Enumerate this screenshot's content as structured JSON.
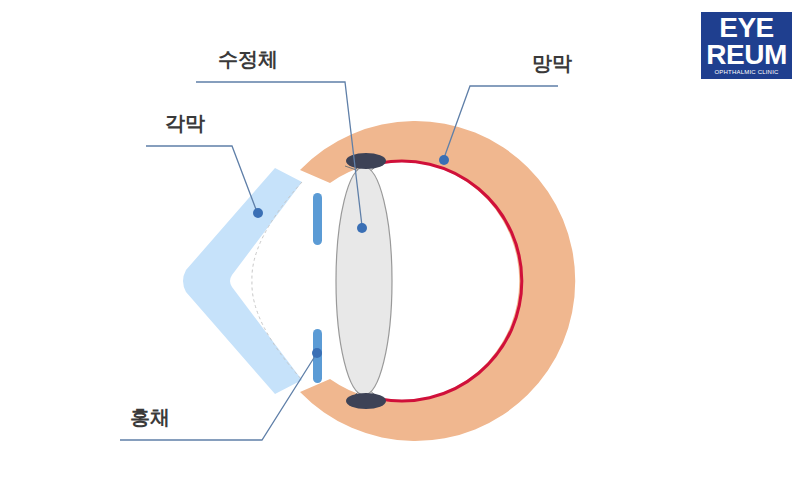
{
  "diagram": {
    "nodes": [
      {
        "text": [
          "EYE",
          "REUM",
          "OPHTHALMIC CLINIC"
        ]
      }
    ],
    "labels": [
      "수정체",
      "망막",
      "각막",
      "홍채"
    ]
  }
}
